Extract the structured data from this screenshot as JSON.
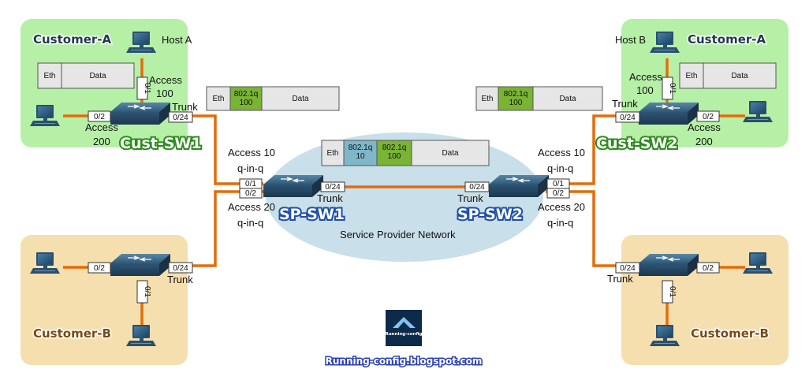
{
  "colors": {
    "customer_a_zone": "#b6f0a6",
    "customer_b_zone": "#f6dfae",
    "provider_cloud": "#c9dfe9",
    "link": "#e36c0a",
    "vlan100_tag": "#79b434",
    "vlan10_tag": "#7fb7c9",
    "frame_bg": "#e6e6e6"
  },
  "labels": {
    "customer_a_left": "Customer-A",
    "customer_a_right": "Customer-A",
    "customer_b_left": "Customer-B",
    "customer_b_right": "Customer-B",
    "host_a": "Host A",
    "host_b": "Host B",
    "cust_sw1": "Cust-SW1",
    "cust_sw2": "Cust-SW2",
    "sp_sw1": "SP-SW1",
    "sp_sw2": "SP-SW2",
    "provider_network": "Service Provider Network",
    "blog": "Running-config.blogspot.com",
    "logo_text": "Running-config"
  },
  "link_labels": {
    "access_100_left": "Access\n100",
    "access_100_right": "Access\n100",
    "access_200_left": "Access\n200",
    "access_200_right": "Access\n200",
    "trunk_custsw1": "Trunk",
    "trunk_custsw2": "Trunk",
    "trunk_spsw1": "Trunk",
    "trunk_spsw2": "Trunk",
    "trunk_custb_left": "Trunk",
    "trunk_custb_right": "Trunk",
    "access10_qinq_left": "Access 10\nq-in-q",
    "access10_qinq_right": "Access 10\nq-in-q",
    "access20_qinq_left": "Access 20\nq-in-q",
    "access20_qinq_right": "Access 20\nq-in-q"
  },
  "ports": {
    "p_01_custsw1": "0/1",
    "p_02_custsw1": "0/2",
    "p_024_custsw1": "0/24",
    "p_01_custsw2": "0/1",
    "p_02_custsw2": "0/2",
    "p_024_custsw2": "0/24",
    "p_01_spsw1": "0/1",
    "p_02_spsw1": "0/2",
    "p_024_spsw1": "0/24",
    "p_01_spsw2": "0/1",
    "p_02_spsw2": "0/2",
    "p_024_spsw2": "0/24",
    "p_02_custb_left": "0/2",
    "p_01_custb_left": "0/1",
    "p_024_custb_left": "0/24",
    "p_02_custb_right": "0/2",
    "p_01_custb_right": "0/1",
    "p_024_custb_right": "0/24"
  },
  "frames": {
    "host_a_frame": [
      "Eth",
      "Data"
    ],
    "custsw1_trunk_frame": [
      "Eth",
      "802.1q\n100",
      "Data"
    ],
    "provider_frame": [
      "Eth",
      "802.1q\n10",
      "802.1q\n100",
      "Data"
    ],
    "custsw2_trunk_frame": [
      "Eth",
      "802.1q\n100",
      "Data"
    ],
    "host_b_frame": [
      "Eth",
      "Data"
    ]
  },
  "icons": [
    "pc-icon",
    "switch-icon",
    "logo-icon"
  ]
}
